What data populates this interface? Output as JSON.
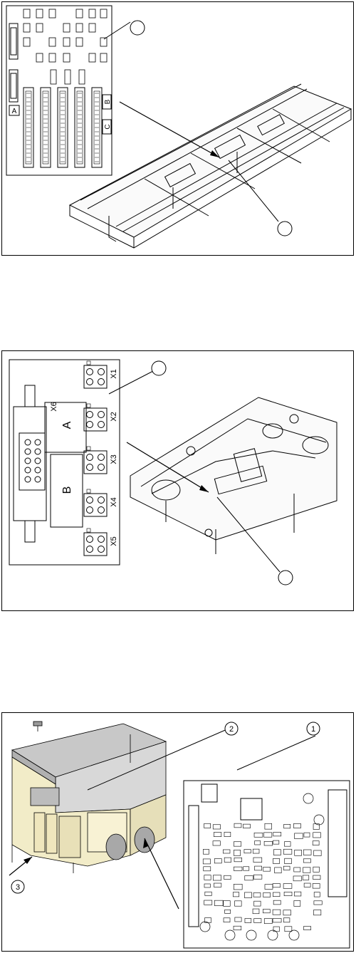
{
  "figure1": {
    "board_labels": [
      "A",
      "B",
      "C"
    ]
  },
  "figure2": {
    "connectors": [
      "X1",
      "X2",
      "X3",
      "X4",
      "X5",
      "X6"
    ],
    "board_labels": [
      "A",
      "B"
    ]
  },
  "figure3": {
    "callouts": [
      "1",
      "2",
      "3"
    ]
  },
  "colors": {
    "line": "#000000",
    "machine_cover": "#c8c8c8",
    "machine_body": "#f2ecc8",
    "machine_trim": "#8a8a8a"
  }
}
